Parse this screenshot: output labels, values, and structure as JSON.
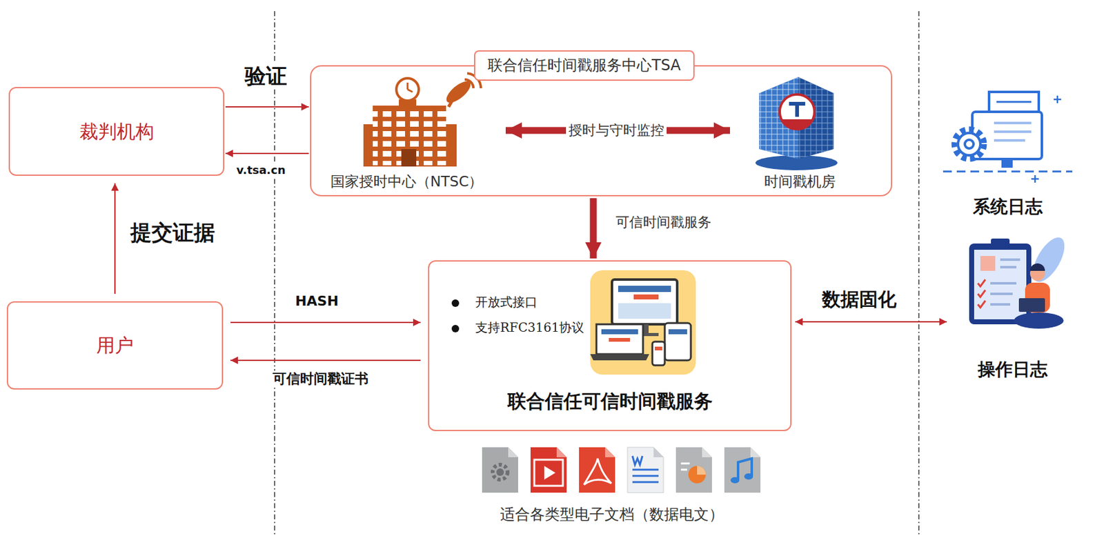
{
  "diagram": {
    "nodes": [
      {
        "text": [
          "裁判机构"
        ]
      },
      {
        "text": [
          "联合信任时间戳服务中心TSA"
        ]
      },
      {
        "text": [
          "国家授时中心（NTSC）"
        ],
        "in": 1
      },
      {
        "text": [
          "时间戳机房"
        ],
        "in": 1
      },
      {
        "text": [
          "用户"
        ]
      },
      {
        "text": [
          "开放式接口",
          "支持RFC3161协议",
          "联合信任可信时间戳服务"
        ]
      },
      {
        "text": [
          "系统日志"
        ]
      },
      {
        "text": [
          "操作日志"
        ]
      }
    ],
    "edges": [
      {
        "from": 0,
        "to": 1,
        "arrow": "to",
        "label": "验证"
      },
      {
        "from": 1,
        "to": 0,
        "arrow": "to",
        "label": "v.tsa.cn"
      },
      {
        "from": 4,
        "to": 0,
        "arrow": "to",
        "label": "提交证据"
      },
      {
        "from": 2,
        "to": 3,
        "arrow": "both",
        "label": "授时与守时监控"
      },
      {
        "from": 1,
        "to": 5,
        "arrow": "to",
        "label": "可信时间戳服务"
      },
      {
        "from": 4,
        "to": 5,
        "arrow": "to",
        "label": "HASH"
      },
      {
        "from": 5,
        "to": 4,
        "arrow": "to",
        "label": "可信时间戳证书"
      },
      {
        "from": 5,
        "to": 7,
        "arrow": "both",
        "label": "数据固化"
      }
    ],
    "labels": [
      "适合各类型电子文档（数据电文）"
    ]
  }
}
